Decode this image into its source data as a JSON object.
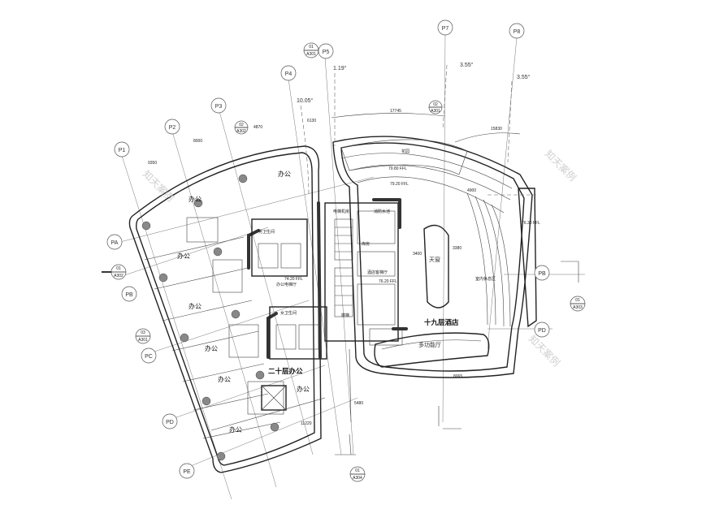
{
  "grid_columns": [
    "P1",
    "P2",
    "P3",
    "P4",
    "P5",
    "P7",
    "P8"
  ],
  "grid_rows": [
    "PA",
    "PB",
    "PC",
    "PD",
    "PE"
  ],
  "right_grid_rows": [
    "PB",
    "PD"
  ],
  "angles": [
    "10.05°",
    "1.19°",
    "3.55°",
    "3.55°"
  ],
  "dimensions": {
    "d9350": "9350",
    "d8000": "8000",
    "d4870": "4870",
    "d6130": "6130",
    "d17745": "17745",
    "d15830": "15830",
    "d11220": "11220",
    "d5480": "5480",
    "d8065": "8065",
    "d3400": "3400",
    "d3380": "3380",
    "d4900": "4900"
  },
  "labels": {
    "office_floor": "二十层办公",
    "hotel_floor": "十九层酒店",
    "office": "办公",
    "atrium": "天窗",
    "multi_hall": "多功能厅",
    "elev_hall_office": "办公电梯厅",
    "elev_hall_hotel": "酒店客梯厅",
    "elev_machine": "电梯机房",
    "water_tank": "消防水池",
    "hotel_lobby": "室内休息区",
    "stairs": "楼梯",
    "mens_room": "男卫生间",
    "womens_room": "女卫生间",
    "storage": "库房",
    "greenroof": "花园"
  },
  "level_marks": [
    "79.80 FFL",
    "79.20 FFL",
    "76.30 FFL",
    "76.20 FFL",
    "74.20 FFL"
  ],
  "section_marks": [
    {
      "num": "01",
      "sheet": "A301"
    },
    {
      "num": "01",
      "sheet": "A302"
    },
    {
      "num": "03",
      "sheet": "A301"
    },
    {
      "num": "02",
      "sheet": "A302"
    },
    {
      "num": "02",
      "sheet": "A301"
    },
    {
      "num": "01",
      "sheet": "A303"
    },
    {
      "num": "01",
      "sheet": "A304"
    }
  ],
  "watermarks": [
    "知天案例",
    "知天案例",
    "知天案例"
  ],
  "colors": {
    "line": "#222222",
    "grid": "#777777",
    "column": "#888888"
  }
}
